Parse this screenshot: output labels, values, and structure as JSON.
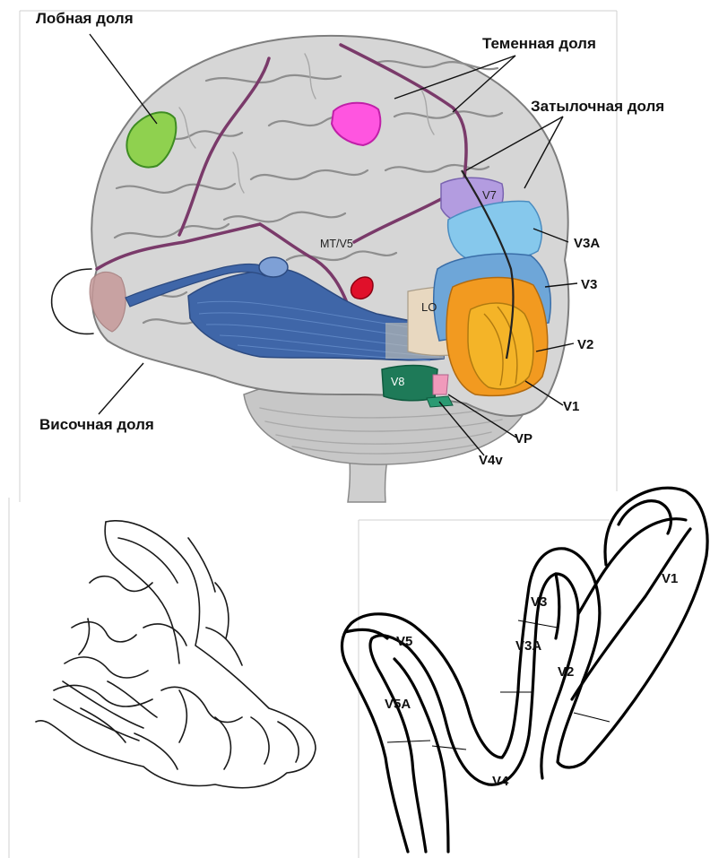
{
  "brain_figure": {
    "frontal_lobe": "Лобная доля",
    "parietal_lobe": "Теменная доля",
    "occipital_lobe": "Затылочная доля",
    "temporal_lobe": "Височная доля",
    "areas": {
      "v7": "V7",
      "v3a": "V3A",
      "v3": "V3",
      "v2": "V2",
      "v1": "V1",
      "vp": "VP",
      "v4v": "V4v",
      "v8": "V8",
      "lo": "LO",
      "mt_v5": "MT/V5"
    },
    "colors": {
      "frontal_area": "#8fd14f",
      "parietal_area": "#ff55e0",
      "mt_v5_area": "#e0102a",
      "v1": "#f4b428",
      "v2": "#f29a20",
      "v3": "#6ea6d8",
      "v3a": "#86c8ec",
      "v7": "#b39ce0",
      "v8": "#1e7a58",
      "lo": "#e8d8c0",
      "vp": "#f09abb",
      "optic_radiation": "#3f66a8",
      "lobe_boundary": "#7a3a6a"
    }
  },
  "section_figure": {
    "labels": {
      "v1": "V1",
      "v2": "V2",
      "v3": "V3",
      "v3a": "V3A",
      "v4": "V4",
      "v5": "V5",
      "v5a": "V5A"
    }
  }
}
